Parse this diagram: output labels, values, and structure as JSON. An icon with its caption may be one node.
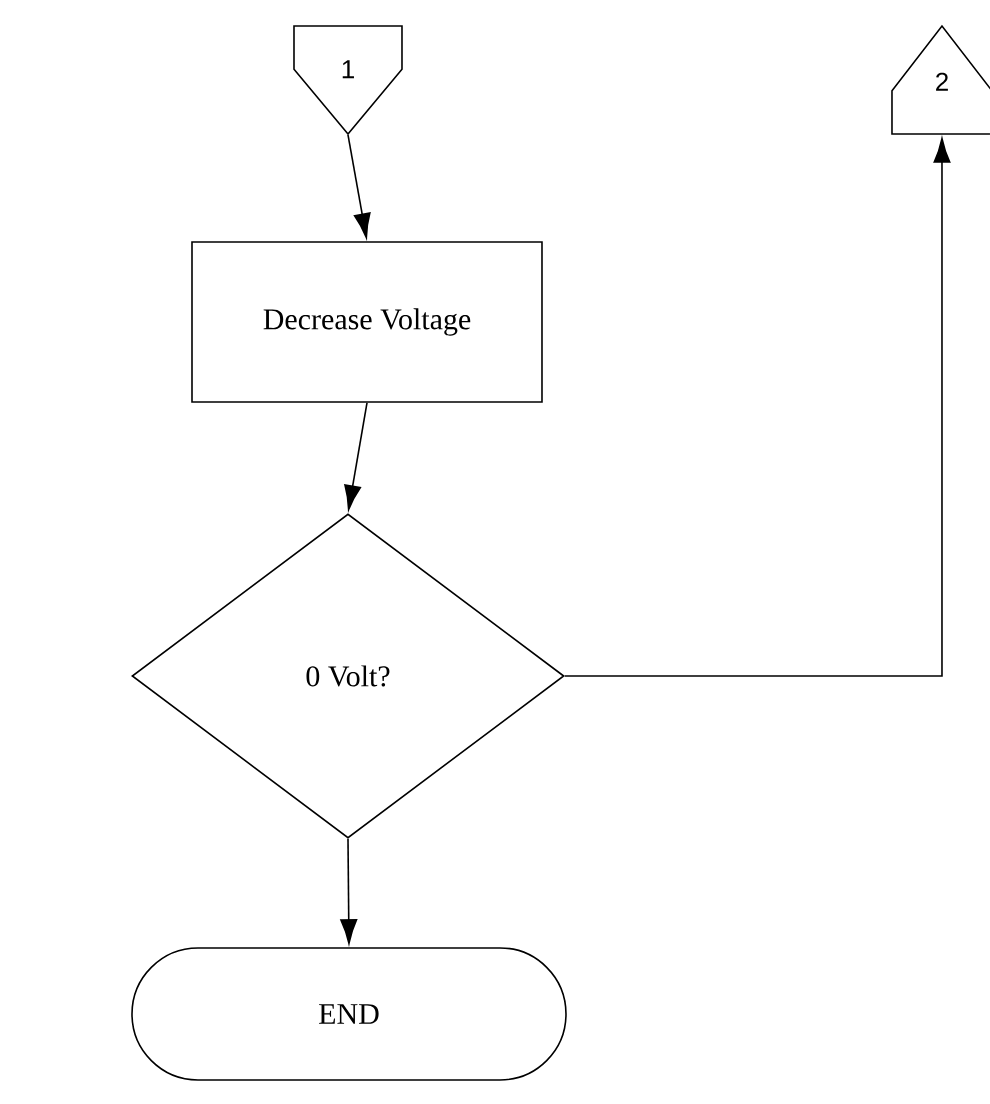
{
  "diagram": {
    "nodes": [
      {
        "text": [
          "1"
        ]
      },
      {
        "text": [
          "Decrease Voltage"
        ]
      },
      {
        "text": [
          "0 Volt?"
        ]
      },
      {
        "text": [
          "END"
        ]
      },
      {
        "text": [
          "2"
        ]
      }
    ],
    "edges": [
      {
        "from": 0,
        "to": 1,
        "arrow": "to"
      },
      {
        "from": 1,
        "to": 2,
        "arrow": "to"
      },
      {
        "from": 2,
        "to": 3,
        "arrow": "to"
      },
      {
        "from": 2,
        "to": 4,
        "arrow": "to"
      }
    ]
  }
}
